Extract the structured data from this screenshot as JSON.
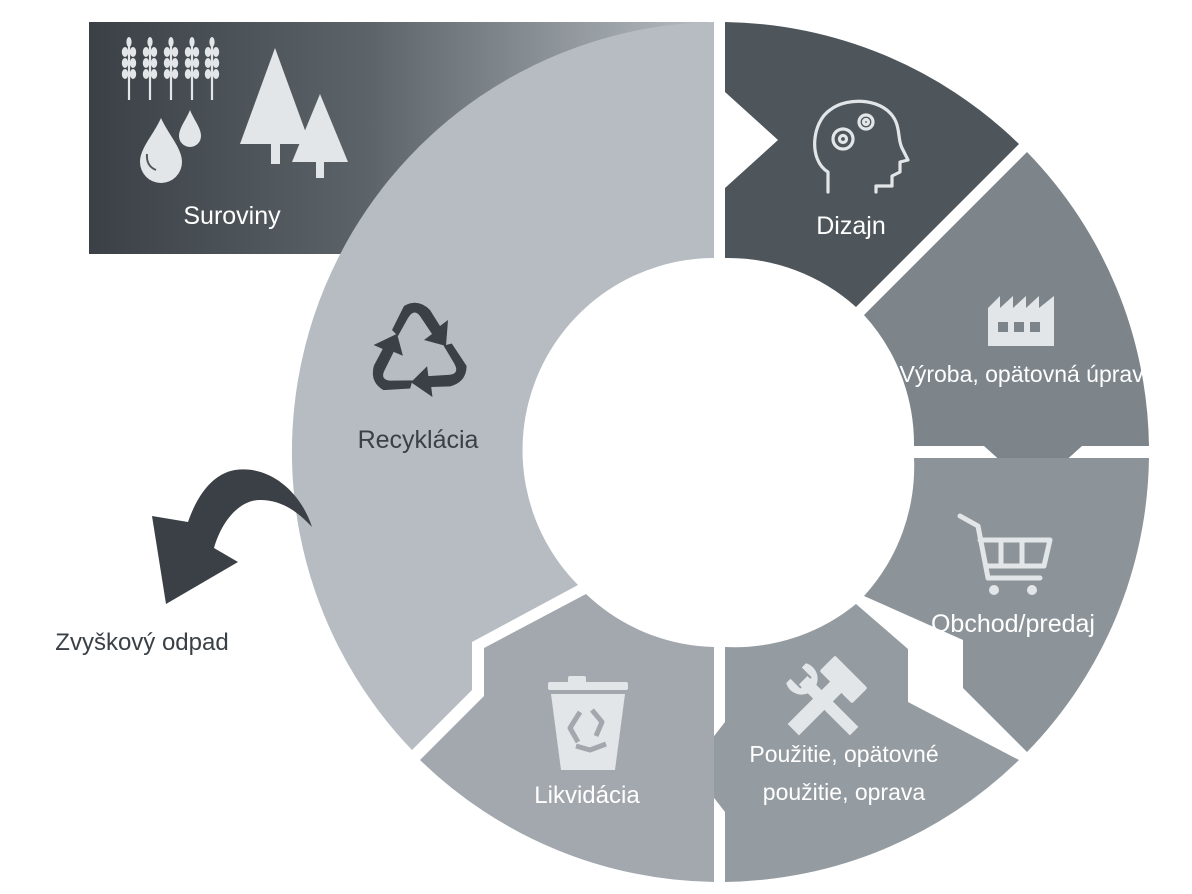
{
  "diagram": {
    "stages": {
      "raw_materials": {
        "label": "Suroviny",
        "icons": [
          "wheat-icon",
          "water-drops-icon",
          "trees-icon"
        ]
      },
      "design": {
        "label": "Dizajn",
        "icon": "head-gears-icon"
      },
      "production": {
        "label": "Výroba, opätovná úprava",
        "icon": "factory-icon"
      },
      "retail": {
        "label": "Obchod/predaj",
        "icon": "shopping-cart-icon"
      },
      "use": {
        "line1": "Použitie, opätovné",
        "line2": "použitie, oprava",
        "icon": "hammer-wrench-icon"
      },
      "disposal": {
        "label": "Likvidácia",
        "icon": "recycle-bin-icon"
      },
      "recycling": {
        "label": "Recyklácia",
        "icon": "recycle-icon"
      }
    },
    "residual_waste": {
      "label": "Zvyškový odpad",
      "icon": "curved-arrow-icon"
    },
    "colors": {
      "raw_materials_dark": "#3a4045",
      "raw_materials_light": "#b5bbc0",
      "recycling": "#b6bcc1",
      "design": "#4e565c",
      "production": "#7d858b",
      "retail": "#8d9499",
      "use": "#959ca1",
      "disposal": "#a2a8ad",
      "text_dark": "#3a4045",
      "text_light": "#ffffff",
      "icon_light": "#e3e6e8"
    }
  }
}
